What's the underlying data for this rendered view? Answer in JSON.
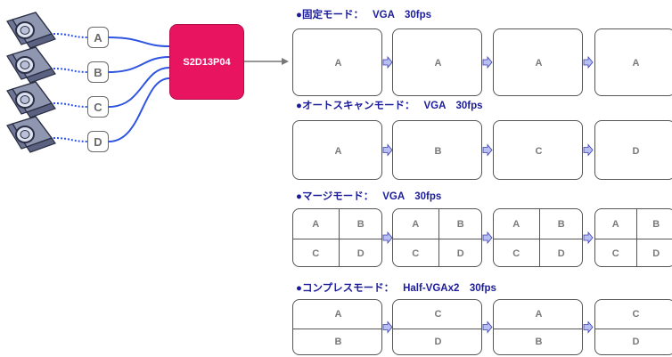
{
  "chip_label": "S2D13P04",
  "camera_labels": [
    "A",
    "B",
    "C",
    "D"
  ],
  "modes": [
    {
      "title": "●固定モード：",
      "spec": "VGA　30fps",
      "layout": "single",
      "frames": [
        [
          "A"
        ],
        [
          "A"
        ],
        [
          "A"
        ],
        [
          "A"
        ]
      ]
    },
    {
      "title": "●オートスキャンモード：",
      "spec": "VGA　30fps",
      "layout": "single",
      "frames": [
        [
          "A"
        ],
        [
          "B"
        ],
        [
          "C"
        ],
        [
          "D"
        ]
      ]
    },
    {
      "title": "●マージモード：",
      "spec": "VGA　30fps",
      "layout": "quad",
      "frames": [
        [
          "A",
          "B",
          "C",
          "D"
        ],
        [
          "A",
          "B",
          "C",
          "D"
        ],
        [
          "A",
          "B",
          "C",
          "D"
        ],
        [
          "A",
          "B",
          "C",
          "D"
        ]
      ]
    },
    {
      "title": "●コンプレスモード：",
      "spec": "Half-VGAx2　30fps",
      "layout": "split",
      "frames": [
        [
          "A",
          "B"
        ],
        [
          "C",
          "D"
        ],
        [
          "A",
          "B"
        ],
        [
          "C",
          "D"
        ]
      ]
    }
  ],
  "colors": {
    "chip": "#e8145f",
    "cable": "#2f55e0",
    "title": "#1c1c9a",
    "step_arrow": "#b8bff2"
  }
}
